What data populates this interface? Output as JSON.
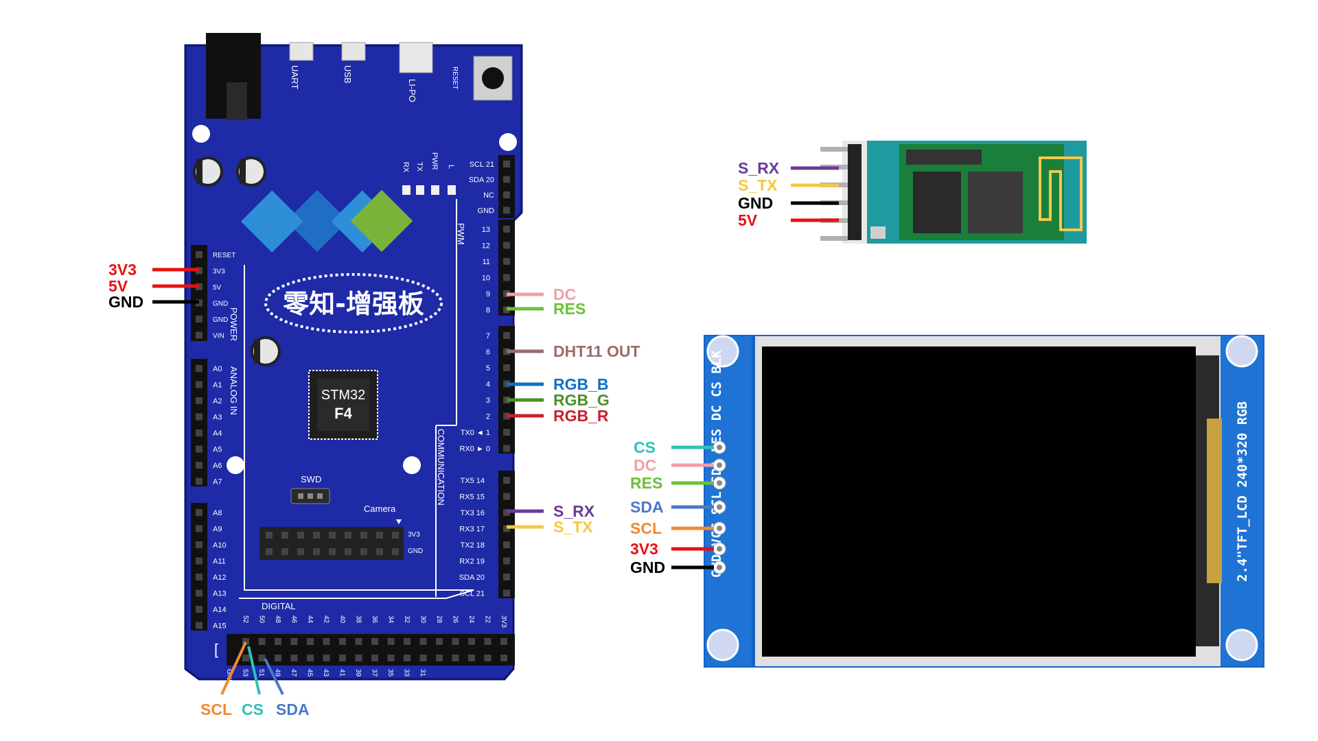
{
  "colors": {
    "board": "#1e2aa6",
    "red": "#e8120f",
    "black": "#000000",
    "pink": "#f0a0a8",
    "green": "#6cbf3c",
    "brown": "#9a6b6b",
    "blue": "#1070c0",
    "dkgreen": "#4e8f2a",
    "crimson": "#c8202e",
    "purple": "#6a3a98",
    "yellow": "#f5c842",
    "teal": "#30c0b8",
    "slate": "#4a78c8",
    "orange": "#f08a30"
  },
  "board": {
    "title": "零知-增强板",
    "chip_line1": "STM32",
    "chip_line2": "F4",
    "top_labels": [
      "UART",
      "USB",
      "LI-PO",
      "RESET"
    ],
    "leds": [
      "RX",
      "TX",
      "PWR",
      "L"
    ],
    "power_label": "POWER",
    "power_pins": [
      "RESET",
      "3V3",
      "5V",
      "GND",
      "GND",
      "VIN"
    ],
    "analog_label": "ANALOG IN",
    "analog_pins_1": [
      "A0",
      "A1",
      "A2",
      "A3",
      "A4",
      "A5",
      "A6",
      "A7"
    ],
    "analog_pins_2": [
      "A8",
      "A9",
      "A10",
      "A11",
      "A12",
      "A13",
      "A14",
      "A15"
    ],
    "right_top_pins": [
      "SCL 21",
      "SDA 20",
      "NC",
      "GND"
    ],
    "pwm_label": "PWM",
    "pwm_pins_1": [
      "13",
      "12",
      "11",
      "10",
      "9",
      "8"
    ],
    "pwm_pins_2": [
      "7",
      "6",
      "5",
      "4",
      "3",
      "2",
      "TX0 ◄ 1",
      "RX0 ► 0"
    ],
    "comm_label": "COMMUNICATION",
    "comm_pins": [
      "TX5 14",
      "RX5 15",
      "TX3 16",
      "RX3 17",
      "TX2 18",
      "RX2 19",
      "SDA 20",
      "SCL 21"
    ],
    "swd_label": "SWD",
    "camera_label": "Camera",
    "camera_pins": [
      "3V3",
      "GND"
    ],
    "digital_label": "DIGITAL",
    "digital_top": [
      "52",
      "50",
      "48",
      "46",
      "44",
      "42",
      "40",
      "38",
      "36",
      "34",
      "32",
      "30",
      "28",
      "26",
      "24",
      "22",
      "3V3"
    ],
    "digital_bottom": [
      "GND",
      "53",
      "51",
      "49",
      "47",
      "45",
      "43",
      "41",
      "39",
      "37",
      "35",
      "33",
      "31"
    ]
  },
  "wires_left": {
    "v3": "3V3",
    "v5": "5V",
    "gnd": "GND"
  },
  "wires_right": {
    "dc": "DC",
    "res": "RES",
    "dht": "DHT11 OUT",
    "rgb_b": "RGB_B",
    "rgb_g": "RGB_G",
    "rgb_r": "RGB_R",
    "s_rx": "S_RX",
    "s_tx": "S_TX"
  },
  "wires_bottom": {
    "scl": "SCL",
    "cs": "CS",
    "sda": "SDA"
  },
  "bt_module": {
    "s_rx": "S_RX",
    "s_tx": "S_TX",
    "gnd": "GND",
    "v5": "5V"
  },
  "lcd": {
    "silk_pins": "GND VCC SCL SDA RES DC CS BLK",
    "silk_title": "2.4\"TFT_LCD 240*320 RGB",
    "cs": "CS",
    "dc": "DC",
    "res": "RES",
    "sda": "SDA",
    "scl": "SCL",
    "v3": "3V3",
    "gnd": "GND"
  }
}
